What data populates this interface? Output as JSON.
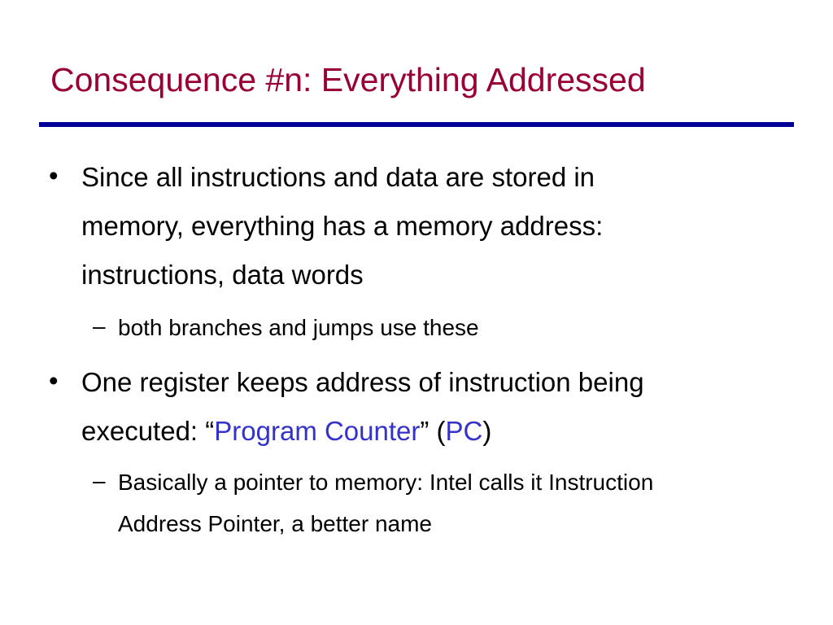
{
  "slide": {
    "title": "Consequence #n: Everything Addressed",
    "bullet_symbol": "•",
    "sub_bullet_symbol": "–",
    "accent_title_color": "#990033",
    "accent_rule_color": "#000099",
    "highlight_color": "#3333cc",
    "bullets": [
      {
        "lines": [
          "Since all instructions and data are stored in",
          "memory, everything has a memory address:",
          "instructions, data words"
        ],
        "sub_bullets": [
          {
            "lines": [
              "both branches and jumps use these"
            ]
          }
        ]
      },
      {
        "line_1": "One register keeps address of instruction being",
        "line_2_prefix": "executed: “",
        "program_counter": "Program Counter",
        "line_2_mid": "” (",
        "pc": "PC",
        "line_2_suffix": ")",
        "sub_bullets": [
          {
            "lines": [
              "Basically a pointer to memory: Intel calls it Instruction",
              "Address Pointer, a better name"
            ]
          }
        ]
      }
    ]
  }
}
